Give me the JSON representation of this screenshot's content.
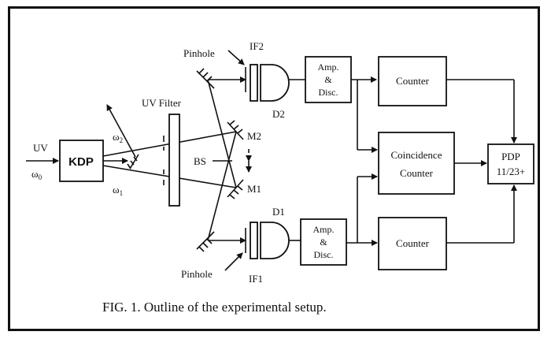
{
  "labels": {
    "uv_input": "UV",
    "omega0": "ω",
    "omega0_sub": "0",
    "kdp": "KDP",
    "omega2": "ω",
    "omega2_sub": "2",
    "omega1": "ω",
    "omega1_sub": "1",
    "uv_filter": "UV Filter",
    "bs": "BS",
    "m2": "M2",
    "m1": "M1",
    "pinhole_top": "Pinhole",
    "pinhole_bottom": "Pinhole",
    "if2": "IF2",
    "if1": "IF1",
    "d2": "D2",
    "d1": "D1",
    "amp_top_1": "Amp.",
    "amp_top_2": "&",
    "amp_top_3": "Disc.",
    "amp_bot_1": "Amp.",
    "amp_bot_2": "&",
    "amp_bot_3": "Disc.",
    "counter_top": "Counter",
    "counter_bottom": "Counter",
    "coinc_1": "Coincidence",
    "coinc_2": "Counter",
    "pdp_1": "PDP",
    "pdp_2": "11/23+"
  },
  "caption": "FIG. 1.  Outline of the experimental setup."
}
